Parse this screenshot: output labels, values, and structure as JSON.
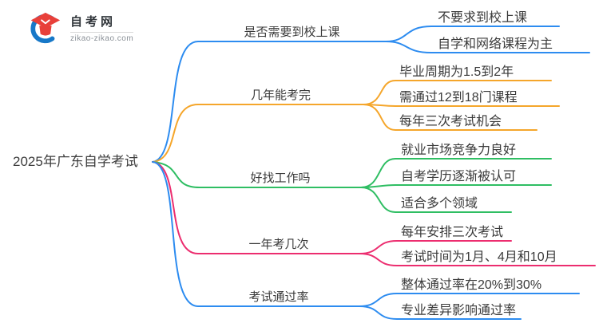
{
  "logo": {
    "title": "自考网",
    "tagline": "zikao-zikao.com",
    "icon": "graduation-cap-with-blue-crescent",
    "cap_color": "#e8403a",
    "crescent_color": "#1778c8"
  },
  "root": {
    "label": "2025年广东自学考试"
  },
  "branches": [
    {
      "label": "是否需要到校上课",
      "color": "#2D8CF0",
      "children": [
        {
          "label": "不要求到校上课"
        },
        {
          "label": "自学和网络课程为主"
        }
      ]
    },
    {
      "label": "几年能考完",
      "color": "#F5A62B",
      "children": [
        {
          "label": "毕业周期为1.5到2年"
        },
        {
          "label": "需通过12到18门课程"
        },
        {
          "label": "每年三次考试机会"
        }
      ]
    },
    {
      "label": "好找工作吗",
      "color": "#2FBE63",
      "children": [
        {
          "label": "就业市场竞争力良好"
        },
        {
          "label": "自考学历逐渐被认可"
        },
        {
          "label": "适合多个领域"
        }
      ]
    },
    {
      "label": "一年考几次",
      "color": "#EC2D6F",
      "children": [
        {
          "label": "每年安排三次考试"
        },
        {
          "label": "考试时间为1月、4月和10月"
        }
      ]
    },
    {
      "label": "考试通过率",
      "color": "#2D8CF0",
      "children": [
        {
          "label": "整体通过率在20%到30%"
        },
        {
          "label": "专业差异影响通过率"
        }
      ]
    }
  ]
}
